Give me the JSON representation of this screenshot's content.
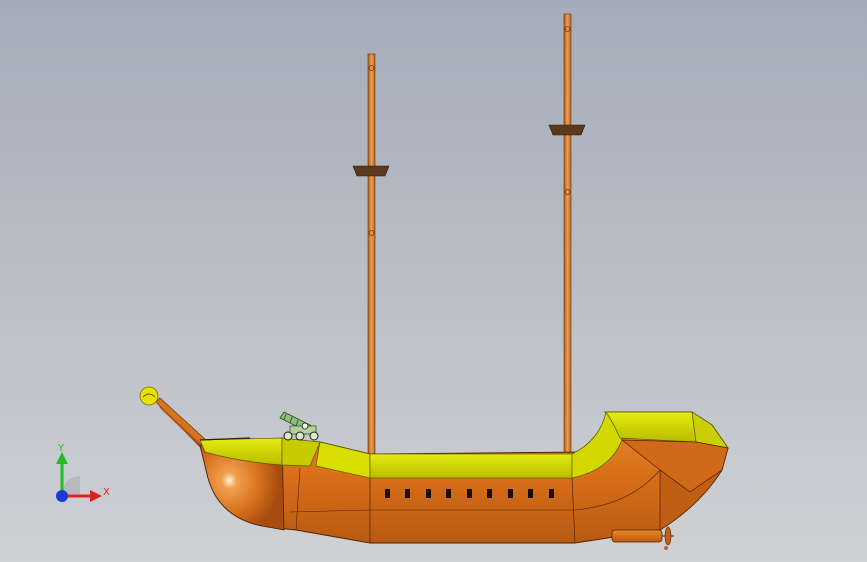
{
  "viewport": {
    "background_top": "#a4acba",
    "background_bottom": "#cfd1d4"
  },
  "model": {
    "hull_color": "#d8741f",
    "deck_color": "#d6dc00",
    "mast_color": "#d47a2a",
    "top_platform_color": "#5a3a1c",
    "cannon_color": "#8bbf7a",
    "figurehead_color": "#e8e000",
    "portholes_count": 9
  },
  "triad": {
    "y_label": "Y",
    "x_label": "X",
    "y_color": "#22bb22",
    "x_color": "#dd2222",
    "z_color": "#1a3ad8"
  }
}
